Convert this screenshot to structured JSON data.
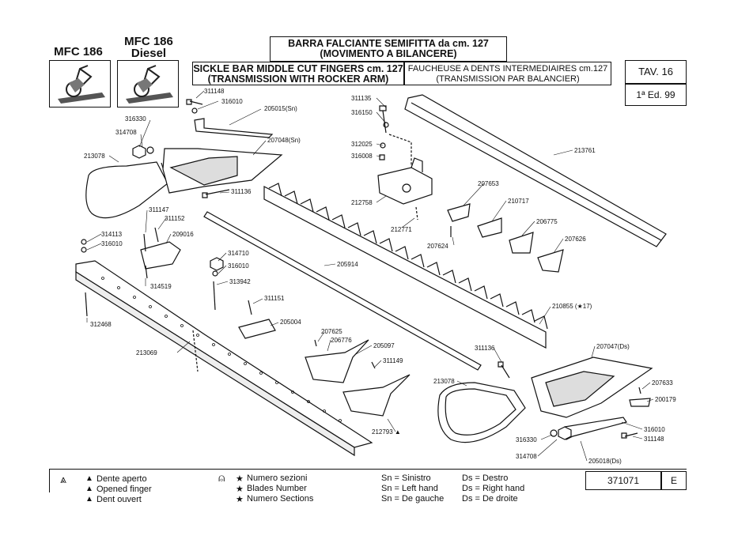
{
  "header": {
    "model_left": "MFC 186",
    "model_right_line1": "MFC 186",
    "model_right_line2": "Diesel",
    "title_it_line1": "BARRA FALCIANTE SEMIFITTA da cm. 127",
    "title_it_line2": "(MOVIMENTO A BILANCERE)",
    "title_en_line1": "SICKLE BAR MIDDLE CUT FINGERS cm. 127",
    "title_en_line2": "(TRANSMISSION WITH ROCKER ARM)",
    "title_fr_line1": "FAUCHEUSE A DENTS INTERMEDIAIRES cm.127",
    "title_fr_line2": "(TRANSMISSION PAR BALANCIER)",
    "table": "TAV. 16",
    "edition": "1ª Ed. 99"
  },
  "parts": {
    "p311148a": "311148",
    "p316010a": "316010",
    "p205015": "205015(Sn)",
    "p316330a": "316330",
    "p314708a": "314708",
    "p207048": "207048(Sn)",
    "p213078a": "213078",
    "p311136a": "311136",
    "p311147": "311147",
    "p311152": "311152",
    "p209016": "209016",
    "p314113": "314113",
    "p316010b": "316010",
    "p314519": "314519",
    "p314710": "314710",
    "p316010c": "316010",
    "p313942": "313942",
    "p311151": "311151",
    "p205004": "205004",
    "p312468": "312468",
    "p213069": "213069",
    "p311135": "311135",
    "p316150": "316150",
    "p312025": "312025",
    "p316008": "316008",
    "p212758": "212758",
    "p212771": "212771",
    "p205914": "205914",
    "p213761": "213761",
    "p207653": "207653",
    "p210717": "210717",
    "p206775": "206775",
    "p207626": "207626",
    "p207624": "207624",
    "p210855": "210855 (★17)",
    "p207625": "207625",
    "p206776": "206776",
    "p205097": "205097",
    "p311149": "311149",
    "p212793": "212793 ▲",
    "p311136b": "311136",
    "p207047": "207047(Ds)",
    "p213078b": "213078",
    "p207633": "207633",
    "p200179": "200179",
    "p316010d": "316010",
    "p311148b": "311148",
    "p316330b": "316330",
    "p314708b": "314708",
    "p205018": "205018(Ds)"
  },
  "legend": {
    "dent_it": "Dente aperto",
    "dent_en": "Opened finger",
    "dent_fr": "Dent ouvert",
    "num_it": "Numero sezioni",
    "num_en": "Blades Number",
    "num_fr": "Numero Sections",
    "sn_it": "Sn = Sinistro",
    "sn_en": "Sn = Left hand",
    "sn_fr": "Sn = De gauche",
    "ds_it": "Ds = Destro",
    "ds_en": "Ds = Right hand",
    "ds_fr": "Ds = De droite",
    "code": "371071",
    "lang": "E"
  }
}
